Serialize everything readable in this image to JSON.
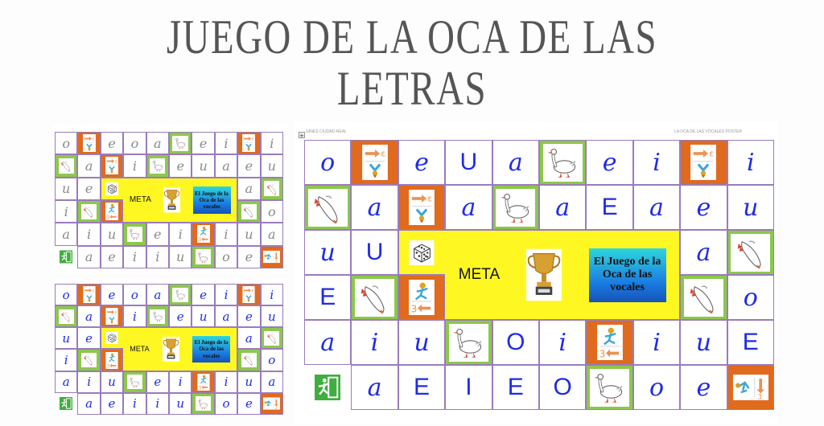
{
  "page": {
    "title": "JUEGO DE LA OCA DE LAS LETRAS"
  },
  "big_board": {
    "header_left": "GINES CIUDAD-REAL",
    "header_right": "LA OCA DE LAS VOCALES POSTER",
    "center": {
      "meta_label": "META",
      "title_box": "El Juego de la Oca de las vocales",
      "dice_icon": "dice-icon",
      "trophy_icon": "trophy-icon"
    },
    "rows": [
      [
        "o",
        "[orange: bounce-forward]",
        "e",
        "U",
        "a",
        "[green: goose]",
        "e",
        "i",
        "[orange: bounce-forward]",
        "i"
      ],
      [
        "[green: goose]",
        "a",
        "[orange: bounce-forward]",
        "a",
        "[green: goose]",
        "a",
        "E",
        "a",
        "e",
        "u"
      ],
      [
        "u",
        "U",
        "[dice]",
        "[center]",
        "[center]",
        "[center]",
        "[center]",
        "[center]",
        "a",
        "[green: goose]"
      ],
      [
        "E",
        "[green: goose]",
        "[orange: back-3]",
        "[center]",
        "[center]",
        "[center]",
        "[center]",
        "[center]",
        "[green: goose]",
        "o"
      ],
      [
        "a",
        "i",
        "u",
        "[green: goose]",
        "O",
        "i",
        "[orange: back-3]",
        "i",
        "u",
        "E"
      ],
      [
        "[exit]",
        "a",
        "E",
        "I",
        "E",
        "O",
        "[green: goose]",
        "o",
        "e",
        "[orange: back-3]"
      ]
    ],
    "letters": {
      "r0": [
        "o",
        "",
        "e",
        "U",
        "a",
        "",
        "e",
        "i",
        "",
        "i"
      ],
      "r1": [
        "",
        "a",
        "",
        "a",
        "",
        "a",
        "E",
        "a",
        "e",
        "u"
      ],
      "r2": [
        "u",
        "U",
        "",
        "",
        "",
        "",
        "",
        "",
        "a",
        ""
      ],
      "r3": [
        "E",
        "",
        "",
        "",
        "",
        "",
        "",
        "",
        "",
        "o"
      ],
      "r4": [
        "a",
        "i",
        "u",
        "",
        "O",
        "i",
        "",
        "i",
        "u",
        "E"
      ],
      "r5": [
        "",
        "a",
        "E",
        "I",
        "E",
        "O",
        "",
        "o",
        "e",
        ""
      ]
    }
  },
  "small_board_top": {
    "style": "cursive outline gray",
    "center": {
      "meta_label": "META",
      "title_box": "El Juego de la Oca de las vocales"
    },
    "letters": {
      "r0": [
        "o",
        "",
        "e",
        "o",
        "a",
        "",
        "e",
        "i",
        "",
        "i"
      ],
      "r1": [
        "",
        "a",
        "",
        "i",
        "",
        "e",
        "u",
        "a",
        "e",
        "u"
      ],
      "r2": [
        "u",
        "e",
        "",
        "",
        "",
        "",
        "",
        "",
        "a",
        ""
      ],
      "r3": [
        "i",
        "",
        "",
        "",
        "",
        "",
        "",
        "",
        "",
        "o"
      ],
      "r4": [
        "a",
        "i",
        "u",
        "",
        "e",
        "i",
        "",
        "i",
        "u",
        "a"
      ],
      "r5": [
        "",
        "a",
        "e",
        "i",
        "i",
        "u",
        "",
        "o",
        "e",
        ""
      ]
    }
  },
  "small_board_bottom": {
    "style": "cursive blue",
    "center": {
      "meta_label": "META",
      "title_box": "El Juego de la Oca de las vocales"
    },
    "letters": {
      "r0": [
        "o",
        "",
        "e",
        "o",
        "a",
        "",
        "e",
        "i",
        "",
        "i"
      ],
      "r1": [
        "",
        "a",
        "",
        "i",
        "",
        "e",
        "u",
        "a",
        "e",
        "u"
      ],
      "r2": [
        "u",
        "e",
        "",
        "",
        "",
        "",
        "",
        "",
        "a",
        ""
      ],
      "r3": [
        "i",
        "",
        "",
        "",
        "",
        "",
        "",
        "",
        "",
        "o"
      ],
      "r4": [
        "a",
        "i",
        "u",
        "",
        "e",
        "i",
        "",
        "i",
        "u",
        "a"
      ],
      "r5": [
        "",
        "a",
        "e",
        "i",
        "i",
        "u",
        "",
        "o",
        "e",
        ""
      ]
    }
  },
  "colors": {
    "letter_blue": "#1e2be6",
    "orange_cell": "#e06a1e",
    "green_cell": "#8cc84b",
    "center_yellow": "#fff722",
    "grid_purple": "#9a7bbd",
    "title_gray": "#555555"
  }
}
